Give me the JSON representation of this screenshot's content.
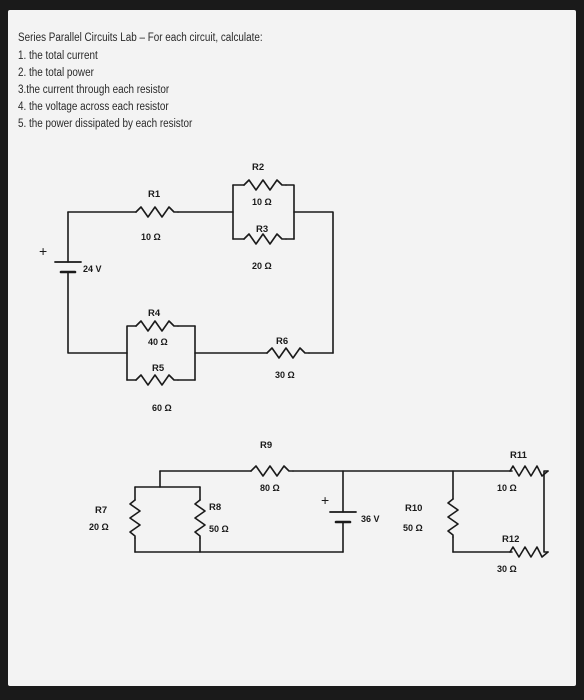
{
  "instructions": {
    "title": "Series Parallel Circuits Lab – For each circuit, calculate:",
    "items": [
      "1. the total current",
      "2. the total power",
      "3.the current through each resistor",
      "4. the voltage across each resistor",
      "5. the power dissipated by each resistor"
    ]
  },
  "circuit1": {
    "source": {
      "value": "24 V",
      "plus": "+"
    },
    "resistors": {
      "R1": {
        "name": "R1",
        "value": "10 Ω"
      },
      "R2": {
        "name": "R2",
        "value": "10 Ω"
      },
      "R3": {
        "name": "R3",
        "value": "20 Ω"
      },
      "R4": {
        "name": "R4",
        "value": "40 Ω"
      },
      "R5": {
        "name": "R5",
        "value": "60 Ω"
      },
      "R6": {
        "name": "R6",
        "value": "30 Ω"
      }
    }
  },
  "circuit2": {
    "source": {
      "value": "36 V",
      "plus": "+"
    },
    "resistors": {
      "R7": {
        "name": "R7",
        "value": "20 Ω"
      },
      "R8": {
        "name": "R8",
        "value": "50 Ω"
      },
      "R9": {
        "name": "R9",
        "value": "80 Ω"
      },
      "R10": {
        "name": "R10",
        "value": "50 Ω"
      },
      "R11": {
        "name": "R11",
        "value": "10 Ω"
      },
      "R12": {
        "name": "R12",
        "value": "30 Ω"
      }
    }
  }
}
